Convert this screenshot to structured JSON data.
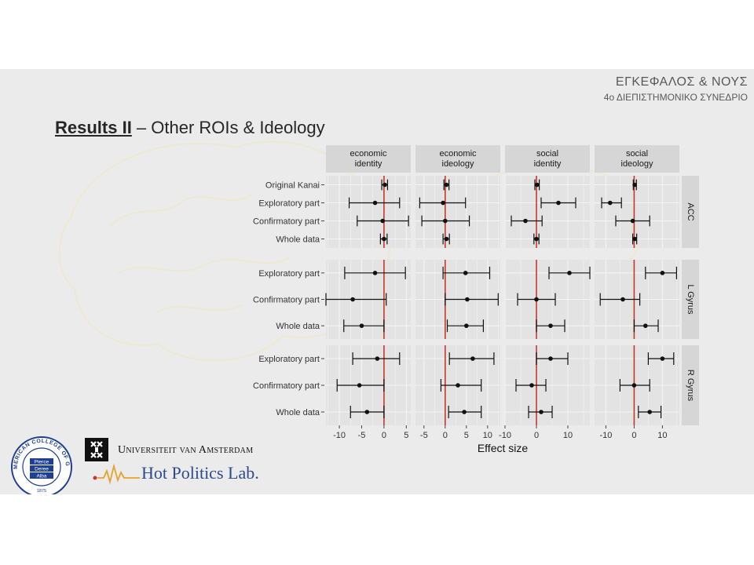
{
  "header": {
    "conference_title": "ΕΓΚΕΦΑΛΟΣ & ΝΟΥΣ",
    "conference_subtitle": "4ο ΔΙΕΠΙΣΤΗΜΟΝΙΚΟ ΣΥΝΕΔΡΙΟ"
  },
  "title": {
    "bold": "Results II",
    "rest": " – Other ROIs & Ideology"
  },
  "logos": {
    "acg_top": "THE AMERICAN COLLEGE OF GREECE",
    "acg_line1": "Pierce",
    "acg_line2": "Deree",
    "acg_line3": "Alba",
    "acg_year": "1875",
    "uva_name": "Universiteit van Amsterdam",
    "hot_politics": "Hot Politics Lab.",
    "colors": {
      "acg_blue": "#1f3f8f",
      "uva_black": "#111111",
      "hot_blue": "#2c4a8c",
      "wave_orange": "#e8a12a"
    }
  },
  "chart_data": {
    "type": "forest",
    "xlabel": "Effect size",
    "columns": [
      {
        "label": [
          "economic",
          "identity"
        ],
        "xlim": [
          -13.0,
          6.0
        ],
        "ticks": [
          -10,
          -5,
          0,
          5
        ],
        "tick_labels": [
          "-10",
          "-5",
          "0",
          "5"
        ]
      },
      {
        "label": [
          "economic",
          "ideology"
        ],
        "xlim": [
          -7.0,
          13.0
        ],
        "ticks": [
          -5,
          0,
          5,
          10
        ],
        "tick_labels": [
          "-5",
          "0",
          "5",
          "10"
        ]
      },
      {
        "label": [
          "social",
          "identity"
        ],
        "xlim": [
          -10.0,
          17.0
        ],
        "ticks": [
          -10,
          0,
          10
        ],
        "tick_labels": [
          "-10",
          "0",
          "10"
        ]
      },
      {
        "label": [
          "social",
          "ideology"
        ],
        "xlim": [
          -14.0,
          16.0
        ],
        "ticks": [
          -10,
          0,
          10
        ],
        "tick_labels": [
          "-10",
          "0",
          "10"
        ]
      }
    ],
    "rows": [
      {
        "label": "ACC",
        "items": [
          {
            "name": "Original Kanai",
            "values": [
              {
                "est": 0.2,
                "lo": -0.5,
                "hi": 0.8
              },
              {
                "est": 0.3,
                "lo": -0.3,
                "hi": 0.9
              },
              {
                "est": 0.2,
                "lo": -0.5,
                "hi": 0.9
              },
              {
                "est": 0.2,
                "lo": -0.3,
                "hi": 0.8
              }
            ]
          },
          {
            "name": "Exploratory part",
            "values": [
              {
                "est": -2.0,
                "lo": -7.8,
                "hi": 3.5
              },
              {
                "est": -0.5,
                "lo": -6.0,
                "hi": 4.8
              },
              {
                "est": 7.0,
                "lo": 1.5,
                "hi": 12.5
              },
              {
                "est": -8.5,
                "lo": -11.5,
                "hi": -4.5
              }
            ]
          },
          {
            "name": "Confirmatory part",
            "values": [
              {
                "est": -0.3,
                "lo": -6.0,
                "hi": 5.5
              },
              {
                "est": 0.0,
                "lo": -5.5,
                "hi": 5.7
              },
              {
                "est": -3.5,
                "lo": -8.0,
                "hi": 1.8
              },
              {
                "est": -0.5,
                "lo": -6.5,
                "hi": 5.5
              }
            ]
          },
          {
            "name": "Whole data",
            "values": [
              {
                "est": 0.0,
                "lo": -0.8,
                "hi": 0.7
              },
              {
                "est": 0.3,
                "lo": -0.5,
                "hi": 1.0
              },
              {
                "est": 0.0,
                "lo": -0.8,
                "hi": 0.8
              },
              {
                "est": 0.2,
                "lo": -0.5,
                "hi": 0.9
              }
            ]
          }
        ]
      },
      {
        "label": "L Gyrus",
        "items": [
          {
            "name": "Exploratory part",
            "values": [
              {
                "est": -2.0,
                "lo": -8.8,
                "hi": 4.8
              },
              {
                "est": 4.8,
                "lo": -0.5,
                "hi": 10.5
              },
              {
                "est": 10.5,
                "lo": 4.0,
                "hi": 17.0
              },
              {
                "est": 10.0,
                "lo": 4.0,
                "hi": 15.0
              }
            ]
          },
          {
            "name": "Confirmatory part",
            "values": [
              {
                "est": -7.0,
                "lo": -13.0,
                "hi": 0.5
              },
              {
                "est": 5.2,
                "lo": 0.0,
                "hi": 12.5
              },
              {
                "est": 0.0,
                "lo": -6.0,
                "hi": 6.0
              },
              {
                "est": -4.0,
                "lo": -12.0,
                "hi": 2.0
              }
            ]
          },
          {
            "name": "Whole data",
            "values": [
              {
                "est": -5.0,
                "lo": -9.0,
                "hi": 0.0
              },
              {
                "est": 5.0,
                "lo": 0.5,
                "hi": 9.0
              },
              {
                "est": 4.5,
                "lo": 0.0,
                "hi": 9.0
              },
              {
                "est": 4.0,
                "lo": 0.0,
                "hi": 8.5
              }
            ]
          }
        ]
      },
      {
        "label": "R Gyrus",
        "items": [
          {
            "name": "Exploratory part",
            "values": [
              {
                "est": -1.5,
                "lo": -7.0,
                "hi": 3.5
              },
              {
                "est": 6.5,
                "lo": 1.0,
                "hi": 11.5
              },
              {
                "est": 4.5,
                "lo": 0.0,
                "hi": 10.0
              },
              {
                "est": 10.0,
                "lo": 5.0,
                "hi": 14.0
              }
            ]
          },
          {
            "name": "Confirmatory part",
            "values": [
              {
                "est": -5.5,
                "lo": -10.5,
                "hi": 0.0
              },
              {
                "est": 3.0,
                "lo": -1.0,
                "hi": 8.5
              },
              {
                "est": -1.5,
                "lo": -6.5,
                "hi": 3.0
              },
              {
                "est": 0.0,
                "lo": -5.0,
                "hi": 5.5
              }
            ]
          },
          {
            "name": "Whole data",
            "values": [
              {
                "est": -3.8,
                "lo": -7.5,
                "hi": 0.0
              },
              {
                "est": 4.5,
                "lo": 0.8,
                "hi": 8.5
              },
              {
                "est": 1.5,
                "lo": -2.5,
                "hi": 5.0
              },
              {
                "est": 5.5,
                "lo": 1.5,
                "hi": 9.5
              }
            ]
          }
        ]
      }
    ],
    "colors": {
      "panel_bg": "#e3e3e3",
      "grid": "#f5f5f5",
      "strip": "#d6d6d6",
      "zero_line": "#c0392b",
      "point": "#111111"
    }
  }
}
